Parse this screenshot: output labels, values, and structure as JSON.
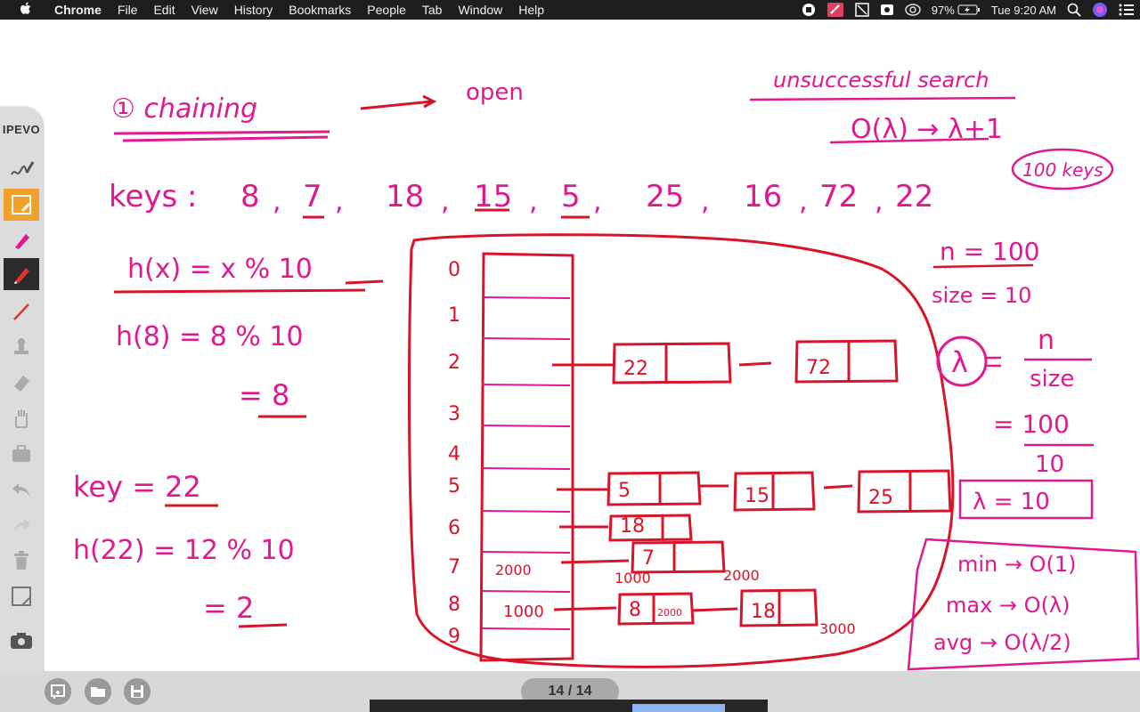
{
  "menubar": {
    "apple_icon": "apple-logo-icon",
    "app": "Chrome",
    "items": [
      "File",
      "Edit",
      "View",
      "History",
      "Bookmarks",
      "People",
      "Tab",
      "Window",
      "Help"
    ],
    "battery": "97%",
    "clock": "Tue 9:20 AM"
  },
  "toolbar": {
    "brand": "IPEVO",
    "tools": [
      "handwriting-tool-icon",
      "capture-tool-icon",
      "highlighter-icon",
      "pen-icon",
      "line-icon",
      "stamp-icon",
      "eraser-icon",
      "hand-icon",
      "briefcase-icon",
      "undo-icon",
      "redo-icon",
      "trash-icon",
      "crop-icon",
      "camera-icon",
      "chevron-up-icon"
    ]
  },
  "whiteboard": {
    "ink_colors": {
      "magenta": "#e0198f",
      "red": "#d8142a"
    },
    "title": "① chaining",
    "arrow_text": "open",
    "top_right": {
      "line1": "unsuccessful search",
      "line2": "O(λ) → λ+1",
      "circled": "100 keys"
    },
    "keys_label": "keys :",
    "keys": [
      "8",
      "7",
      "18",
      "15",
      "5",
      "25",
      "16",
      "72",
      "22"
    ],
    "hash_func": "h(x) = x % 10",
    "hash_example_1": "h(8) = 8 % 10",
    "hash_result_1": "= 8",
    "key_label": "key = 22",
    "hash_example_2": "h(22) = 12 % 10",
    "hash_result_2": "= 2",
    "table_indices": [
      "0",
      "1",
      "2",
      "3",
      "4",
      "5",
      "6",
      "7",
      "8",
      "9"
    ],
    "table_cells": {
      "7": "2000",
      "8": "1000"
    },
    "chains": {
      "row2": [
        "22",
        "72"
      ],
      "row5": [
        "5",
        "15",
        "25"
      ],
      "row6": [
        "18"
      ],
      "row7": [
        "7"
      ],
      "row8": [
        "8",
        "18"
      ]
    },
    "addr_labels": [
      "1000",
      "2000",
      "3000"
    ],
    "node_addr_8": "2000",
    "right_notes": {
      "n": "n = 100",
      "size": "size = 10",
      "lambda_symbol": "λ",
      "lambda_num": "n",
      "lambda_den": "size",
      "eq_num": "= 100",
      "eq_den": "10",
      "lambda_val": "λ = 10",
      "min": "min → O(1)",
      "max": "max → O(λ)",
      "avg": "avg → O(λ/2)"
    }
  },
  "bottombar": {
    "page_indicator": "14 / 14",
    "buttons": [
      "new-page-icon",
      "open-folder-icon",
      "save-icon"
    ]
  }
}
